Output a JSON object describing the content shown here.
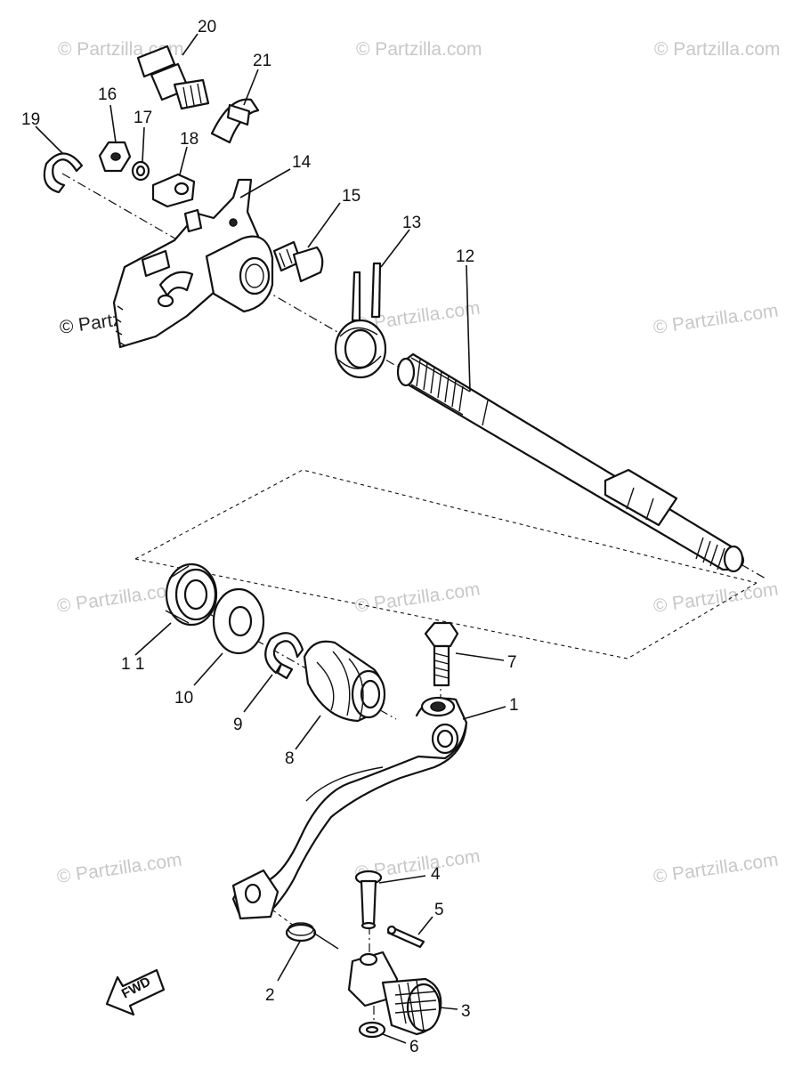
{
  "watermarks": [
    "© Partzilla.com",
    "© Partzilla.com",
    "© Partzilla.com",
    "© Partzilla.com",
    "© Partzilla.com",
    "© Partzilla.com",
    "© Partzilla.com",
    "© Partzilla.com",
    "© Partzilla.com",
    "© Partzilla.com",
    "© Partzilla.com",
    "© Partzilla.com"
  ],
  "direction_label": "FWD",
  "callouts": {
    "c1": "1",
    "c2": "2",
    "c3": "3",
    "c4": "4",
    "c5": "5",
    "c6": "6",
    "c7": "7",
    "c8": "8",
    "c9": "9",
    "c10": "10",
    "c11": "1 1",
    "c12": "12",
    "c13": "13",
    "c14": "14",
    "c15": "15",
    "c16": "16",
    "c17": "17",
    "c18": "18",
    "c19": "19",
    "c20": "20",
    "c21": "21"
  }
}
